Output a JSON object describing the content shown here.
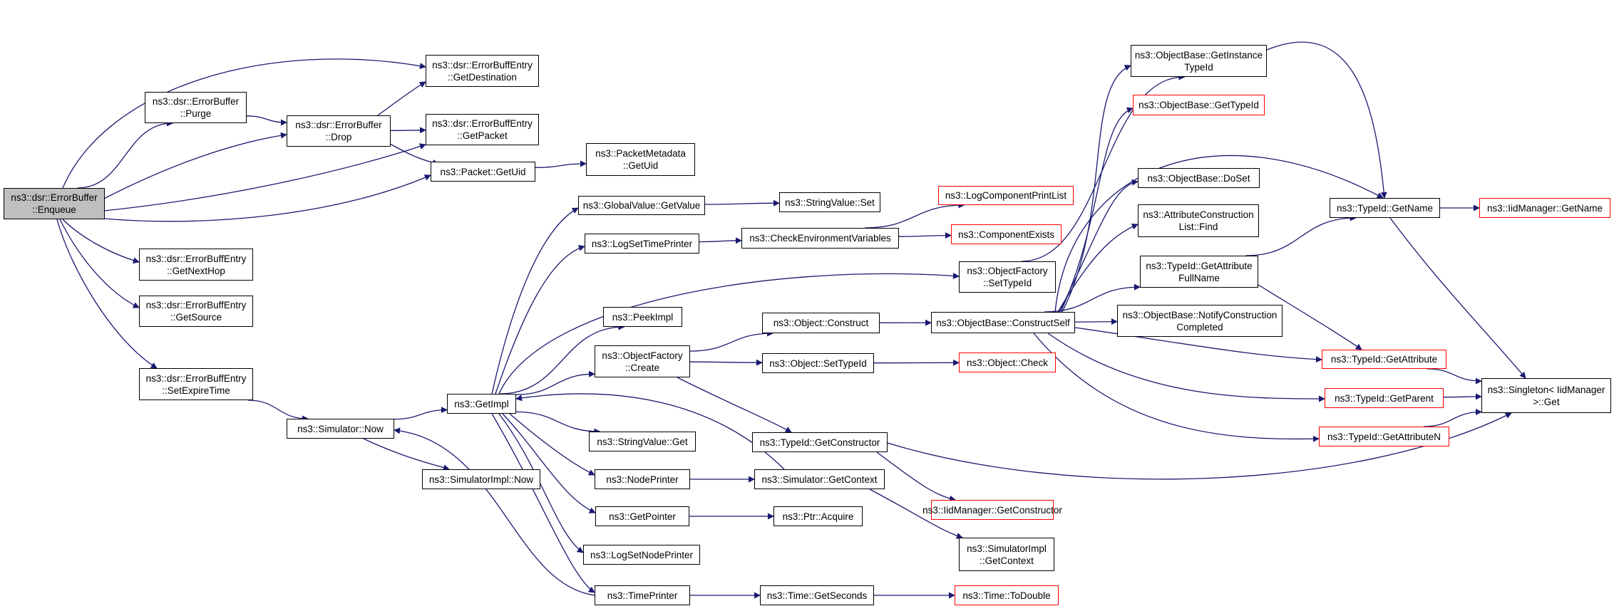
{
  "colors": {
    "edge": "#191970",
    "node_border": "#000000",
    "node_border_truncated": "#ff0000",
    "root_fill": "#bfbfbf"
  },
  "nodes": [
    {
      "id": "enqueue",
      "lines": [
        "ns3::dsr::ErrorBuffer",
        "::Enqueue"
      ],
      "root": true
    },
    {
      "id": "purge",
      "lines": [
        "ns3::dsr::ErrorBuffer",
        "::Purge"
      ]
    },
    {
      "id": "drop",
      "lines": [
        "ns3::dsr::ErrorBuffer",
        "::Drop"
      ]
    },
    {
      "id": "getdest",
      "lines": [
        "ns3::dsr::ErrorBuffEntry",
        "::GetDestination"
      ]
    },
    {
      "id": "getpacket",
      "lines": [
        "ns3::dsr::ErrorBuffEntry",
        "::GetPacket"
      ]
    },
    {
      "id": "pktuid",
      "lines": [
        "ns3::Packet::GetUid"
      ]
    },
    {
      "id": "metauid",
      "lines": [
        "ns3::PacketMetadata",
        "::GetUid"
      ]
    },
    {
      "id": "nexthop",
      "lines": [
        "ns3::dsr::ErrorBuffEntry",
        "::GetNextHop"
      ]
    },
    {
      "id": "getsource",
      "lines": [
        "ns3::dsr::ErrorBuffEntry",
        "::GetSource"
      ]
    },
    {
      "id": "setexpire",
      "lines": [
        "ns3::dsr::ErrorBuffEntry",
        "::SetExpireTime"
      ]
    },
    {
      "id": "simnow",
      "lines": [
        "ns3::Simulator::Now"
      ]
    },
    {
      "id": "simimplnow",
      "lines": [
        "ns3::SimulatorImpl::Now"
      ]
    },
    {
      "id": "getimpl",
      "lines": [
        "ns3::GetImpl"
      ]
    },
    {
      "id": "gvgetvalue",
      "lines": [
        "ns3::GlobalValue::GetValue"
      ]
    },
    {
      "id": "svset",
      "lines": [
        "ns3::StringValue::Set"
      ]
    },
    {
      "id": "logsettime",
      "lines": [
        "ns3::LogSetTimePrinter"
      ]
    },
    {
      "id": "checkenv",
      "lines": [
        "ns3::CheckEnvironmentVariables"
      ]
    },
    {
      "id": "logcomp",
      "lines": [
        "ns3::LogComponentPrintList"
      ],
      "truncated": true
    },
    {
      "id": "compexists",
      "lines": [
        "ns3::ComponentExists"
      ],
      "truncated": true
    },
    {
      "id": "peekimpl",
      "lines": [
        "ns3::PeekImpl"
      ]
    },
    {
      "id": "ofcreate",
      "lines": [
        "ns3::ObjectFactory",
        "::Create"
      ]
    },
    {
      "id": "ofsettypeid",
      "lines": [
        "ns3::ObjectFactory",
        "::SetTypeId"
      ]
    },
    {
      "id": "objconstruct",
      "lines": [
        "ns3::Object::Construct"
      ]
    },
    {
      "id": "objsettypeid",
      "lines": [
        "ns3::Object::SetTypeId"
      ]
    },
    {
      "id": "objcheck",
      "lines": [
        "ns3::Object::Check"
      ],
      "truncated": true
    },
    {
      "id": "constructself",
      "lines": [
        "ns3::ObjectBase::ConstructSelf"
      ]
    },
    {
      "id": "getinstance",
      "lines": [
        "ns3::ObjectBase::GetInstance",
        "TypeId"
      ]
    },
    {
      "id": "obgettypeid",
      "lines": [
        "ns3::ObjectBase::GetTypeId"
      ],
      "truncated": true
    },
    {
      "id": "doset",
      "lines": [
        "ns3::ObjectBase::DoSet"
      ]
    },
    {
      "id": "aclfind",
      "lines": [
        "ns3::AttributeConstruction",
        "List::Find"
      ]
    },
    {
      "id": "getattrfull",
      "lines": [
        "ns3::TypeId::GetAttribute",
        "FullName"
      ]
    },
    {
      "id": "notify",
      "lines": [
        "ns3::ObjectBase::NotifyConstruction",
        "Completed"
      ]
    },
    {
      "id": "tgetname",
      "lines": [
        "ns3::TypeId::GetName"
      ]
    },
    {
      "id": "iidgetname",
      "lines": [
        "ns3::IidManager::GetName"
      ],
      "truncated": true
    },
    {
      "id": "tgetattr",
      "lines": [
        "ns3::TypeId::GetAttribute"
      ],
      "truncated": true
    },
    {
      "id": "tgetparent",
      "lines": [
        "ns3::TypeId::GetParent"
      ],
      "truncated": true
    },
    {
      "id": "tgetattrn",
      "lines": [
        "ns3::TypeId::GetAttributeN"
      ],
      "truncated": true
    },
    {
      "id": "singleton",
      "lines": [
        "ns3::Singleton< IidManager",
        ">::Get"
      ]
    },
    {
      "id": "svget",
      "lines": [
        "ns3::StringValue::Get"
      ]
    },
    {
      "id": "tgetctor",
      "lines": [
        "ns3::TypeId::GetConstructor"
      ]
    },
    {
      "id": "nodeprinter",
      "lines": [
        "ns3::NodePrinter"
      ]
    },
    {
      "id": "simgetctx",
      "lines": [
        "ns3::Simulator::GetContext"
      ]
    },
    {
      "id": "iidgetctor",
      "lines": [
        "ns3::IidManager::GetConstructor"
      ],
      "truncated": true
    },
    {
      "id": "simimplctx",
      "lines": [
        "ns3::SimulatorImpl",
        "::GetContext"
      ]
    },
    {
      "id": "getpointer",
      "lines": [
        "ns3::GetPointer"
      ]
    },
    {
      "id": "ptracquire",
      "lines": [
        "ns3::Ptr::Acquire"
      ]
    },
    {
      "id": "logsetnode",
      "lines": [
        "ns3::LogSetNodePrinter"
      ]
    },
    {
      "id": "timeprinter",
      "lines": [
        "ns3::TimePrinter"
      ]
    },
    {
      "id": "timegetsec",
      "lines": [
        "ns3::Time::GetSeconds"
      ]
    },
    {
      "id": "timetodouble",
      "lines": [
        "ns3::Time::ToDouble"
      ],
      "truncated": true
    }
  ],
  "edges": [
    [
      "enqueue",
      "purge"
    ],
    [
      "enqueue",
      "drop"
    ],
    [
      "enqueue",
      "getdest"
    ],
    [
      "enqueue",
      "getpacket"
    ],
    [
      "enqueue",
      "pktuid"
    ],
    [
      "enqueue",
      "nexthop"
    ],
    [
      "enqueue",
      "getsource"
    ],
    [
      "enqueue",
      "setexpire"
    ],
    [
      "purge",
      "drop"
    ],
    [
      "drop",
      "getdest"
    ],
    [
      "drop",
      "getpacket"
    ],
    [
      "drop",
      "pktuid"
    ],
    [
      "pktuid",
      "metauid"
    ],
    [
      "setexpire",
      "simnow"
    ],
    [
      "simnow",
      "getimpl"
    ],
    [
      "simnow",
      "simimplnow"
    ],
    [
      "getimpl",
      "gvgetvalue"
    ],
    [
      "getimpl",
      "logsettime"
    ],
    [
      "getimpl",
      "ofsettypeid"
    ],
    [
      "getimpl",
      "peekimpl"
    ],
    [
      "getimpl",
      "ofcreate"
    ],
    [
      "getimpl",
      "svget"
    ],
    [
      "getimpl",
      "nodeprinter"
    ],
    [
      "getimpl",
      "getpointer"
    ],
    [
      "getimpl",
      "logsetnode"
    ],
    [
      "getimpl",
      "timeprinter"
    ],
    [
      "gvgetvalue",
      "svset"
    ],
    [
      "logsettime",
      "checkenv"
    ],
    [
      "checkenv",
      "logcomp"
    ],
    [
      "checkenv",
      "compexists"
    ],
    [
      "ofcreate",
      "objconstruct"
    ],
    [
      "ofcreate",
      "objsettypeid"
    ],
    [
      "ofcreate",
      "tgetctor"
    ],
    [
      "objconstruct",
      "constructself"
    ],
    [
      "objsettypeid",
      "objcheck"
    ],
    [
      "ofsettypeid",
      "getinstance"
    ],
    [
      "constructself",
      "getinstance"
    ],
    [
      "constructself",
      "obgettypeid"
    ],
    [
      "constructself",
      "doset"
    ],
    [
      "constructself",
      "aclfind"
    ],
    [
      "constructself",
      "getattrfull"
    ],
    [
      "constructself",
      "notify"
    ],
    [
      "constructself",
      "tgetname"
    ],
    [
      "constructself",
      "tgetattr"
    ],
    [
      "constructself",
      "tgetparent"
    ],
    [
      "constructself",
      "tgetattrn"
    ],
    [
      "getinstance",
      "tgetname"
    ],
    [
      "getattrfull",
      "tgetname"
    ],
    [
      "getattrfull",
      "tgetattr"
    ],
    [
      "tgetname",
      "iidgetname"
    ],
    [
      "tgetname",
      "singleton"
    ],
    [
      "tgetattr",
      "singleton"
    ],
    [
      "tgetparent",
      "singleton"
    ],
    [
      "tgetattrn",
      "singleton"
    ],
    [
      "tgetctor",
      "iidgetctor"
    ],
    [
      "tgetctor",
      "singleton"
    ],
    [
      "nodeprinter",
      "simgetctx"
    ],
    [
      "simgetctx",
      "getimpl"
    ],
    [
      "simgetctx",
      "simimplctx"
    ],
    [
      "getpointer",
      "ptracquire"
    ],
    [
      "timeprinter",
      "simnow"
    ],
    [
      "timeprinter",
      "timegetsec"
    ],
    [
      "timegetsec",
      "timetodouble"
    ]
  ]
}
